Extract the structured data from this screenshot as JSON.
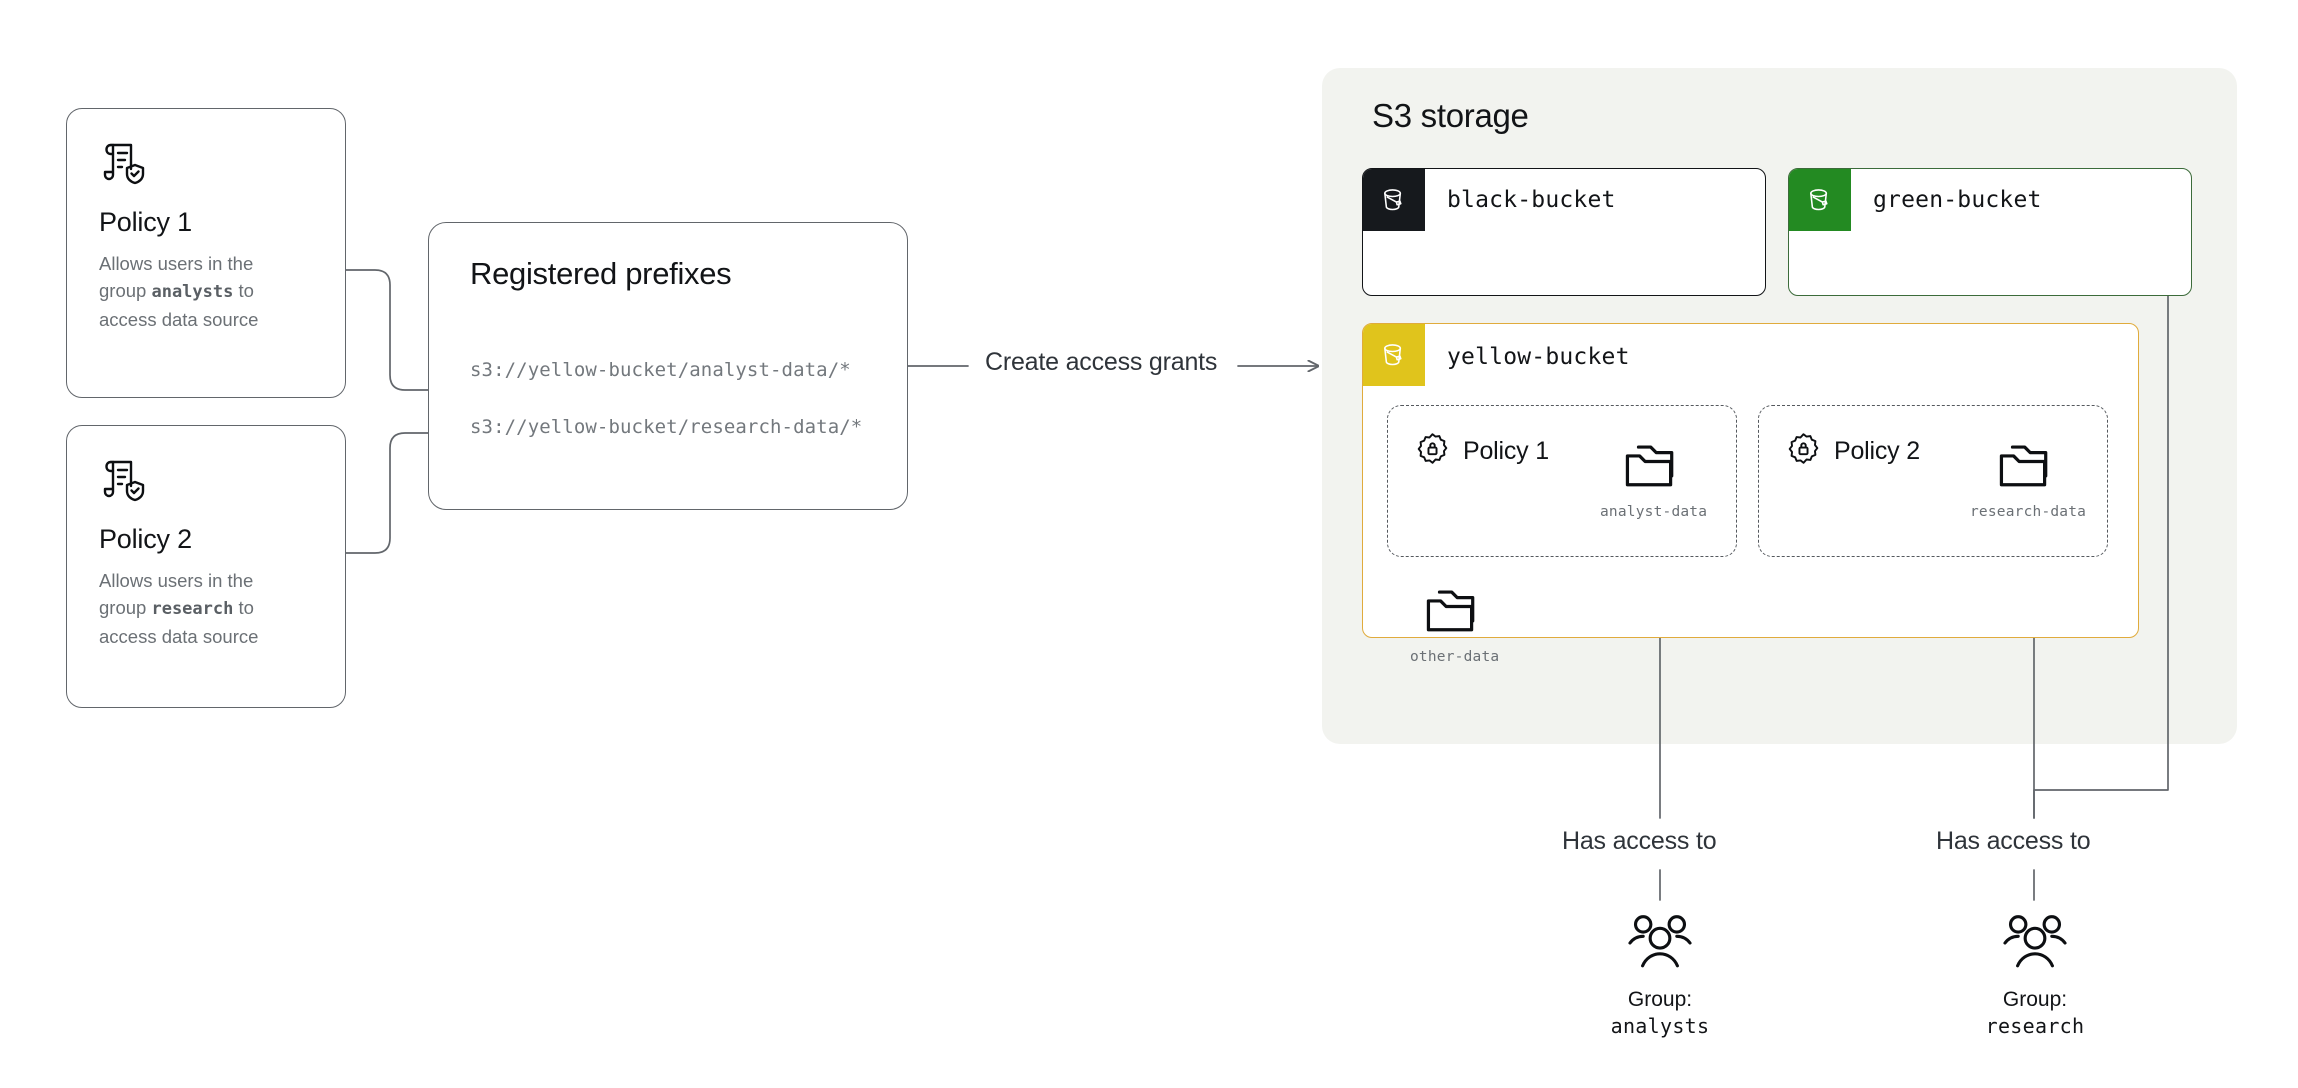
{
  "diagram": {
    "policies": [
      {
        "icon": "policy-scroll-shield-icon",
        "title": "Policy 1",
        "desc_prefix": "Allows users in the group ",
        "desc_group": "analysts",
        "desc_suffix": " to access data source"
      },
      {
        "icon": "policy-scroll-shield-icon",
        "title": "Policy 2",
        "desc_prefix": "Allows users in the group ",
        "desc_group": "research",
        "desc_suffix": " to access data source"
      }
    ],
    "prefixes_box": {
      "title": "Registered prefixes",
      "rows": [
        "s3://yellow-bucket/analyst-data/*",
        "s3://yellow-bucket/research-data/*"
      ]
    },
    "flow_label": "Create access grants",
    "storage": {
      "title": "S3 storage",
      "buckets": [
        {
          "name": "black-bucket",
          "color": "#16191d",
          "icon": "bucket-icon"
        },
        {
          "name": "green-bucket",
          "color": "#238a22",
          "icon": "bucket-icon"
        },
        {
          "name": "yellow-bucket",
          "color": "#e0c41c",
          "icon": "bucket-icon"
        }
      ],
      "zones": [
        {
          "icon": "policy-seal-lock-icon",
          "label": "Policy 1",
          "folder": "analyst-data"
        },
        {
          "icon": "policy-seal-lock-icon",
          "label": "Policy 2",
          "folder": "research-data"
        }
      ],
      "loose_folder": "other-data"
    },
    "access": [
      {
        "label": "Has access to",
        "group_title": "Group:",
        "group_name": "analysts",
        "icon": "users-group-icon"
      },
      {
        "label": "Has access to",
        "group_title": "Group:",
        "group_name": "research",
        "icon": "users-group-icon"
      }
    ],
    "colors": {
      "panel_bg": "#f2f3ef",
      "black_bucket": "#16191d",
      "green_bucket": "#238a22",
      "yellow_bucket": "#e0c41c",
      "yellow_border": "#e0ab3c",
      "green_border": "#3c6b3a",
      "stroke": "#62666b",
      "muted_text": "#6b7075"
    }
  }
}
